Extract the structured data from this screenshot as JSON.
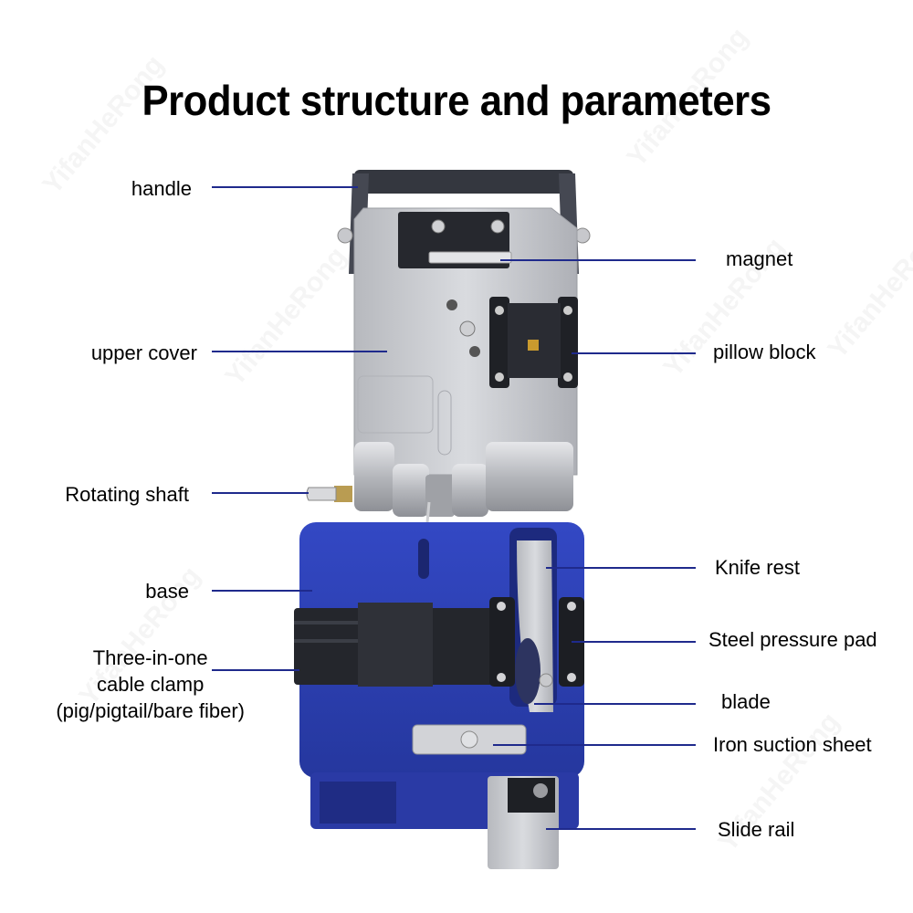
{
  "title": "Product structure and parameters",
  "watermark": "YifanHeRong",
  "colors": {
    "leader_line": "#1f2a8c",
    "base_blue": "#2b3fb5",
    "handle_dark": "#3a3d48",
    "metal_silver": "#c9cbd0"
  },
  "labels_left": [
    {
      "id": "handle",
      "text": "handle"
    },
    {
      "id": "upper_cover",
      "text": "upper cover"
    },
    {
      "id": "rotating_shaft",
      "text": "Rotating shaft"
    },
    {
      "id": "base",
      "text": "base"
    },
    {
      "id": "cable_clamp",
      "lines": [
        "Three-in-one",
        "cable clamp",
        "(pig/pigtail/bare fiber)"
      ]
    }
  ],
  "labels_right": [
    {
      "id": "magnet",
      "text": "magnet"
    },
    {
      "id": "pillow_block",
      "text": "pillow block"
    },
    {
      "id": "knife_rest",
      "text": "Knife rest"
    },
    {
      "id": "steel_pressure_pad",
      "text": "Steel pressure pad"
    },
    {
      "id": "blade",
      "text": "blade"
    },
    {
      "id": "iron_suction_sheet",
      "text": "Iron suction sheet"
    },
    {
      "id": "slide_rail",
      "text": "Slide rail"
    }
  ]
}
